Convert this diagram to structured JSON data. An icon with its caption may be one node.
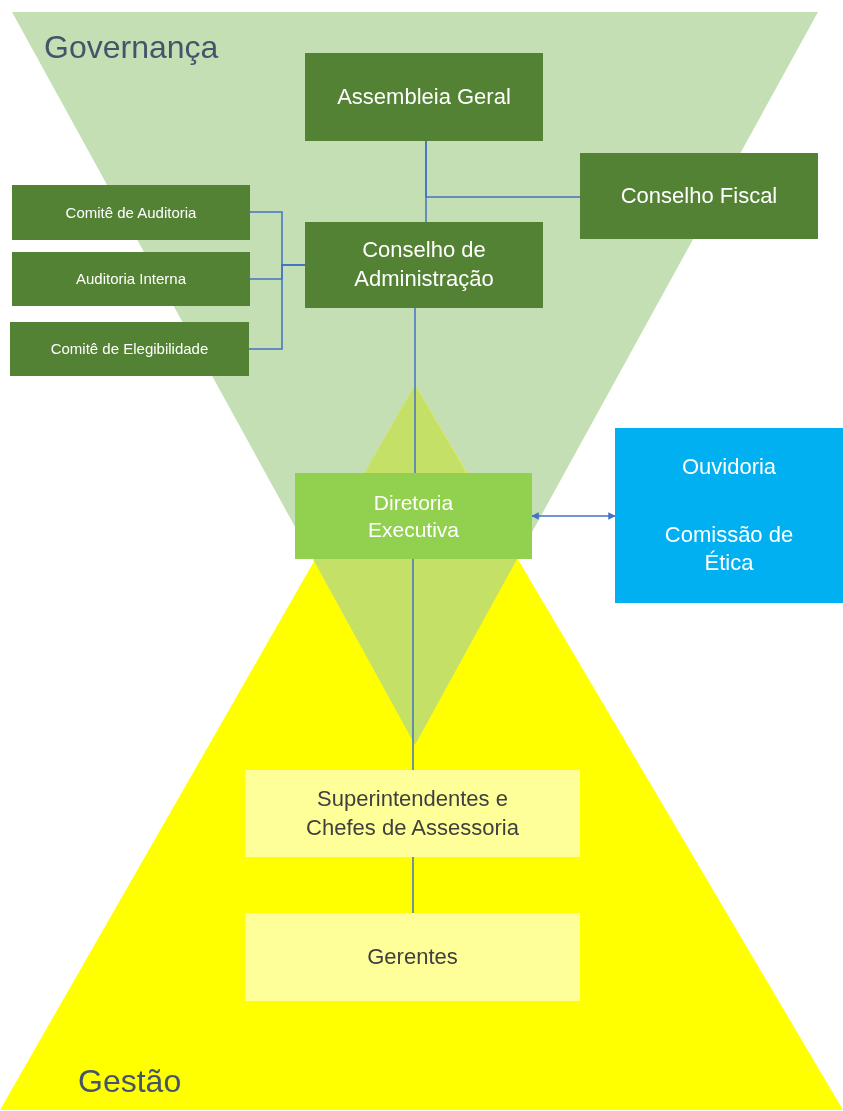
{
  "diagram": {
    "nodes": [
      {
        "text": [
          "Assembleia Geral"
        ]
      },
      {
        "text": [
          "Conselho Fiscal"
        ]
      },
      {
        "text": [
          "Comitê de Auditoria"
        ]
      },
      {
        "text": [
          "Conselho de Administração"
        ]
      },
      {
        "text": [
          "Auditoria Interna"
        ]
      },
      {
        "text": [
          "Comitê de Elegibilidade"
        ]
      },
      {
        "text": [
          "Diretoria Executiva"
        ]
      },
      {
        "text": [
          "Ouvidoria",
          "Comissão de Ética"
        ]
      },
      {
        "text": [
          "Superintendentes e Chefes de Assessoria"
        ]
      },
      {
        "text": [
          "Gerentes"
        ]
      }
    ],
    "edges": [
      {
        "from": 0,
        "to": 3,
        "arrow": "none"
      },
      {
        "from": 0,
        "to": 1,
        "arrow": "none"
      },
      {
        "from": 2,
        "to": 3,
        "arrow": "none"
      },
      {
        "from": 4,
        "to": 3,
        "arrow": "none"
      },
      {
        "from": 5,
        "to": 3,
        "arrow": "none"
      },
      {
        "from": 3,
        "to": 6,
        "arrow": "none"
      },
      {
        "from": 6,
        "to": 7,
        "arrow": "both"
      },
      {
        "from": 6,
        "to": 8,
        "arrow": "none"
      },
      {
        "from": 8,
        "to": 9,
        "arrow": "none"
      }
    ],
    "labels": [
      "Governança",
      "Gestão"
    ]
  }
}
